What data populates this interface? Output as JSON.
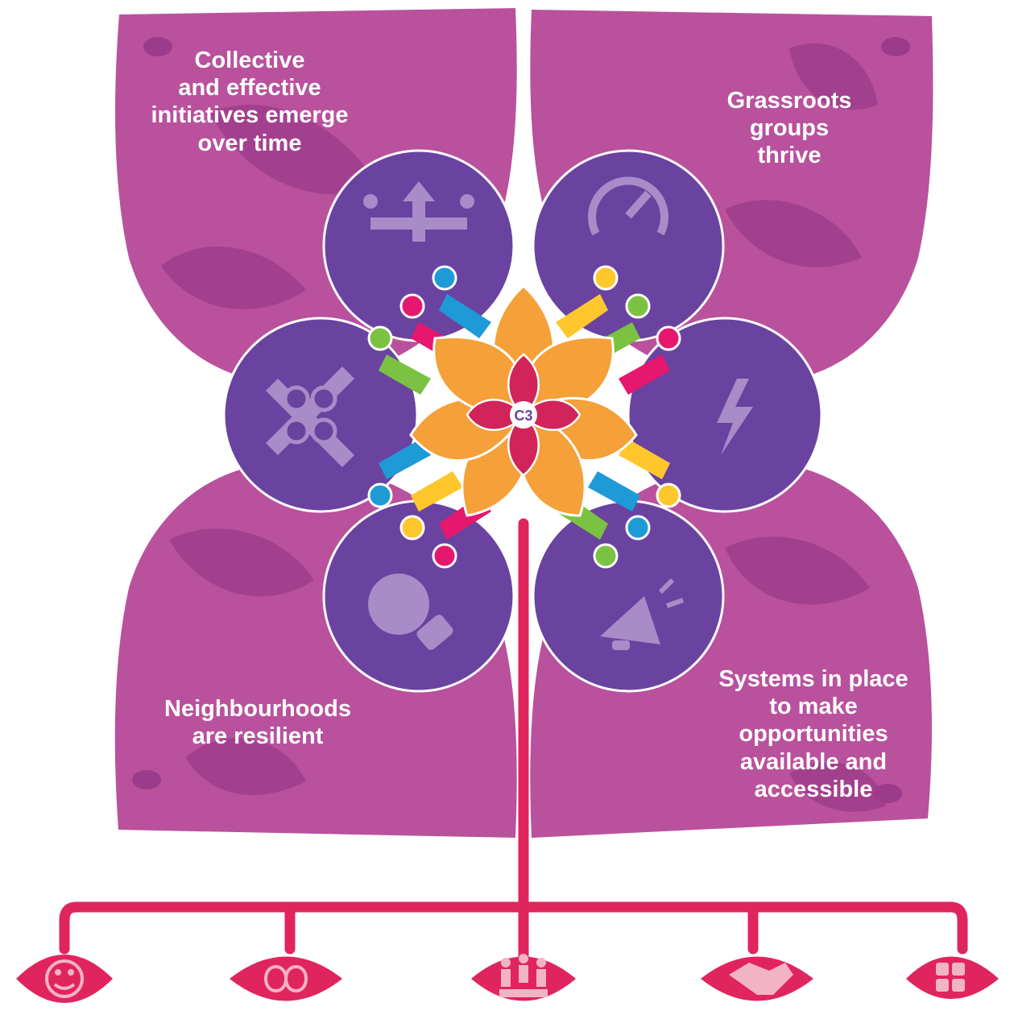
{
  "outcomes": {
    "top_left": "Collective\nand effective\ninitiatives emerge\nover time",
    "top_right": "Grassroots\ngroups\nthrive",
    "bottom_left": "Neighbourhoods\nare resilient",
    "bottom_right": "Systems in place\nto make\nopportunities\navailable and\naccessible"
  },
  "circles": [
    {
      "icon": "collaboration-arrows-icon"
    },
    {
      "icon": "speedometer-icon"
    },
    {
      "icon": "lightning-bolt-icon"
    },
    {
      "icon": "megaphone-icon"
    },
    {
      "icon": "lightbulb-puzzle-icon"
    },
    {
      "icon": "connected-people-icon"
    }
  ],
  "roots": [
    {
      "icon": "smiley-face-icon"
    },
    {
      "icon": "infinity-ideas-icon"
    },
    {
      "icon": "people-podium-icon"
    },
    {
      "icon": "handshake-icon"
    },
    {
      "icon": "hands-circle-icon"
    }
  ],
  "center_logo": "C3",
  "colors": {
    "outer_petal": "#b9519d",
    "inner_leaf": "#9c3b89",
    "circle": "#6a43a0",
    "circle_icon": "#a98bc8",
    "stem": "#e0245e",
    "orange_petal": "#f5a038",
    "crimson_core": "#d0245a",
    "person_pink": "#e5176e",
    "person_blue": "#1e9ad6",
    "person_green": "#7cc242",
    "person_yellow": "#ffc72c"
  }
}
